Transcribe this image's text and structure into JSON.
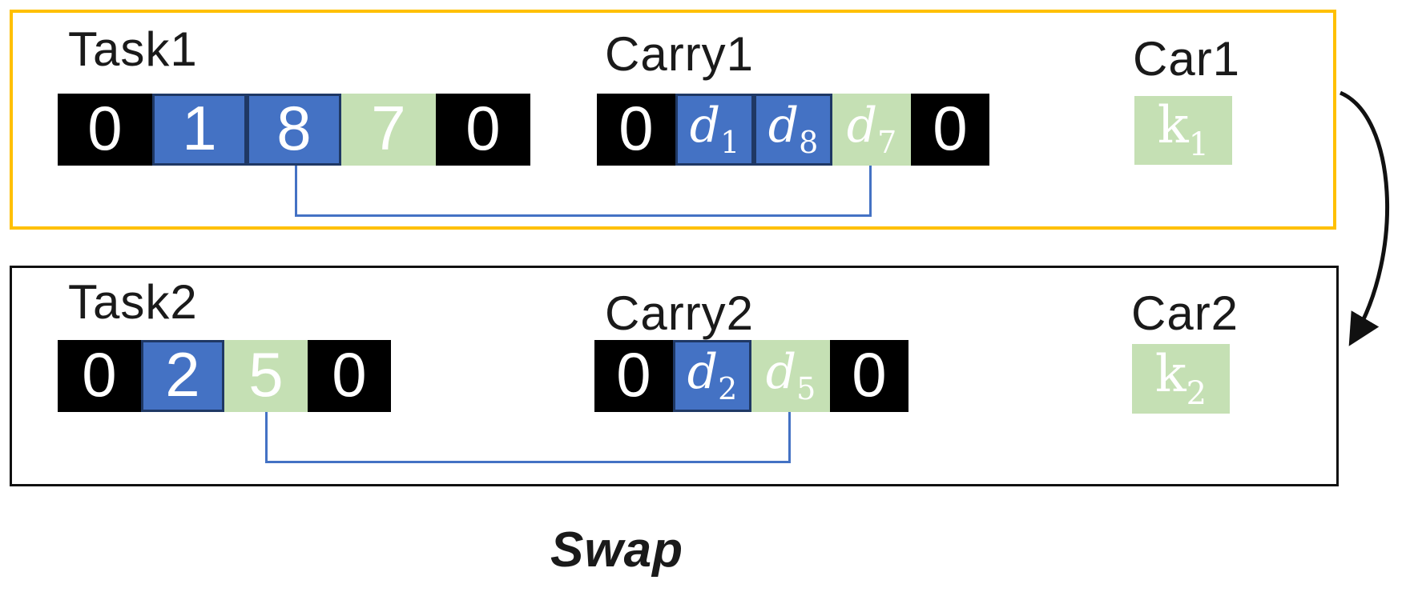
{
  "swap_label": "Swap",
  "colors": {
    "box1_border": "#FFC000",
    "box2_border": "#111111",
    "cell_black": "#000000",
    "cell_blue": "#4472C4",
    "cell_blue_border": "#1F3864",
    "cell_green": "#C5E0B4",
    "connector": "#4472C4",
    "arrow": "#111111",
    "text_on_cell": "#ffffff",
    "label_text": "#1a1a1a"
  },
  "group1": {
    "task_label": "Task1",
    "carry_label": "Carry1",
    "car_label": "Car1",
    "task_cells": [
      {
        "text": "0",
        "type": "black"
      },
      {
        "text": "1",
        "type": "blue"
      },
      {
        "text": "8",
        "type": "blue"
      },
      {
        "text": "7",
        "type": "green"
      },
      {
        "text": "0",
        "type": "black"
      }
    ],
    "carry_cells": [
      {
        "text": "0",
        "type": "black"
      },
      {
        "base": "d",
        "sub": "1",
        "type": "blue"
      },
      {
        "base": "d",
        "sub": "8",
        "type": "blue"
      },
      {
        "base": "d",
        "sub": "7",
        "type": "green"
      },
      {
        "text": "0",
        "type": "black"
      }
    ],
    "car_cell": {
      "base": "k",
      "sub": "1",
      "type": "green"
    }
  },
  "group2": {
    "task_label": "Task2",
    "carry_label": "Carry2",
    "car_label": "Car2",
    "task_cells": [
      {
        "text": "0",
        "type": "black"
      },
      {
        "text": "2",
        "type": "blue"
      },
      {
        "text": "5",
        "type": "green"
      },
      {
        "text": "0",
        "type": "black"
      }
    ],
    "carry_cells": [
      {
        "text": "0",
        "type": "black"
      },
      {
        "base": "d",
        "sub": "2",
        "type": "blue"
      },
      {
        "base": "d",
        "sub": "5",
        "type": "green"
      },
      {
        "text": "0",
        "type": "black"
      }
    ],
    "car_cell": {
      "base": "k",
      "sub": "2",
      "type": "green"
    }
  }
}
